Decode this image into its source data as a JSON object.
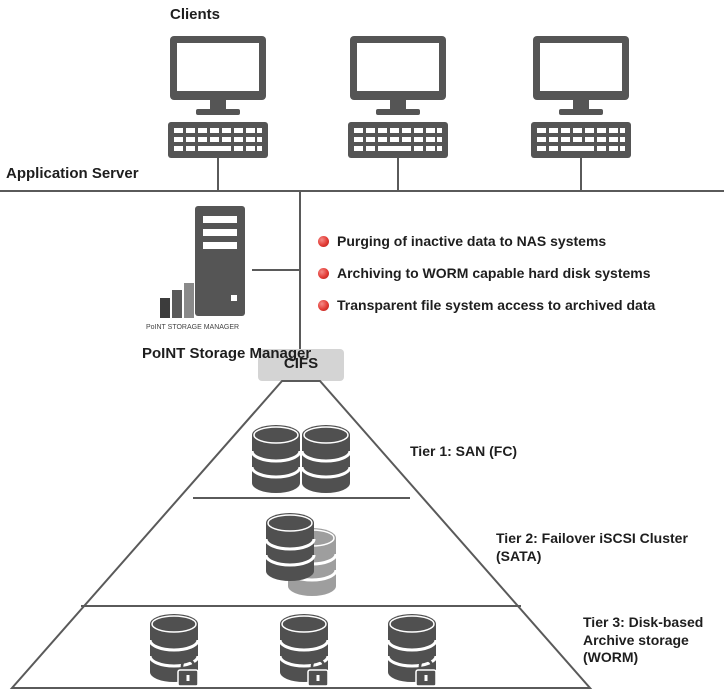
{
  "labels": {
    "clients": "Clients",
    "application_server": "Application Server",
    "storage_manager": "PoINT Storage Manager",
    "logo_text": "PoINT STORAGE MANAGER",
    "cifs": "CIFS",
    "tier1": "Tier 1: SAN (FC)",
    "tier2_line1": "Tier 2: Failover iSCSI Cluster",
    "tier2_line2": "(SATA)",
    "tier3_line1": "Tier 3: Disk-based",
    "tier3_line2": "Archive storage",
    "tier3_line3": "(WORM)"
  },
  "bullets": [
    "Purging of inactive data to NAS systems",
    "Archiving to WORM capable hard disk systems",
    "Transparent file system access to archived data"
  ],
  "colors": {
    "icon": "#555555",
    "line": "#5a5a5a",
    "bullet": "#e23a34",
    "cifs_box": "#d4d4d4"
  }
}
